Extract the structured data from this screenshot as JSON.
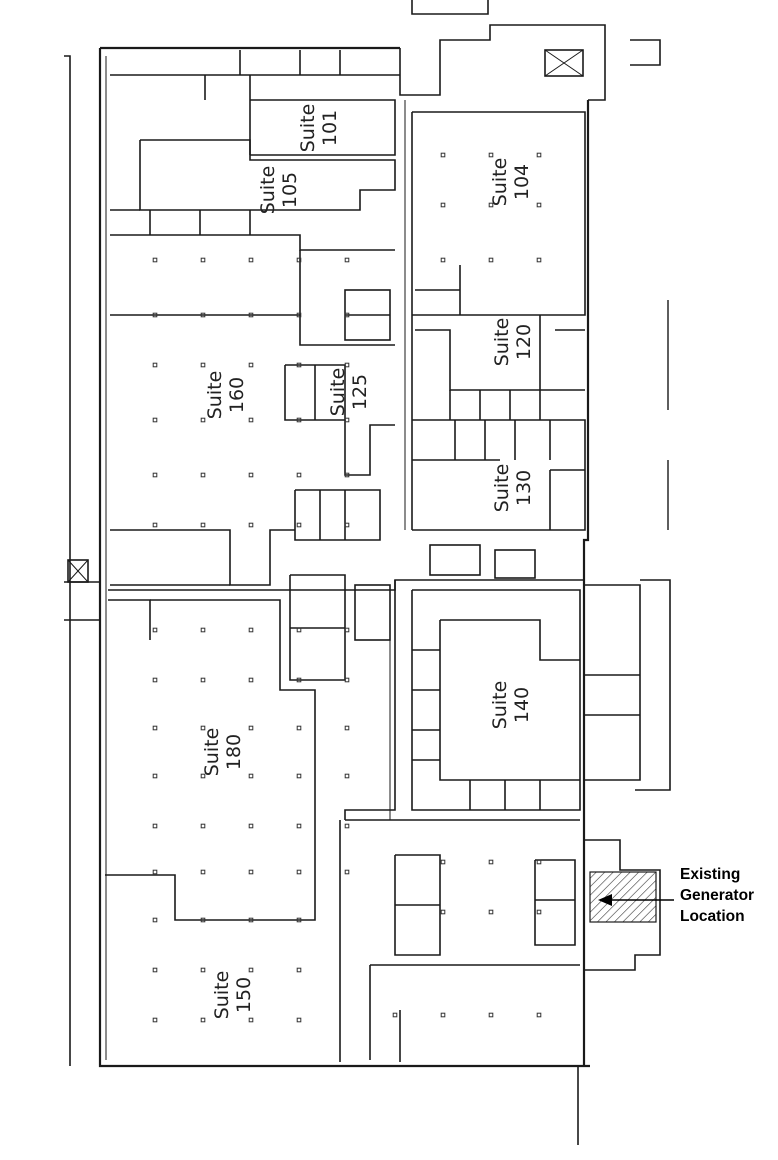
{
  "suites": [
    {
      "id": "s101",
      "word": "Suite",
      "number": "101"
    },
    {
      "id": "s105",
      "word": "Suite",
      "number": "105"
    },
    {
      "id": "s104",
      "word": "Suite",
      "number": "104"
    },
    {
      "id": "s120",
      "word": "Suite",
      "number": "120"
    },
    {
      "id": "s160",
      "word": "Suite",
      "number": "160"
    },
    {
      "id": "s125",
      "word": "Suite",
      "number": "125"
    },
    {
      "id": "s130",
      "word": "Suite",
      "number": "130"
    },
    {
      "id": "s140",
      "word": "Suite",
      "number": "140"
    },
    {
      "id": "s180",
      "word": "Suite",
      "number": "180"
    },
    {
      "id": "s150",
      "word": "Suite",
      "number": "150"
    }
  ],
  "generator_callout": {
    "line1": "Existing",
    "line2": "Generator",
    "line3": "Location"
  },
  "colors": {
    "wall": "#1a1a1a",
    "hatch": "#333333",
    "background": "#ffffff"
  }
}
